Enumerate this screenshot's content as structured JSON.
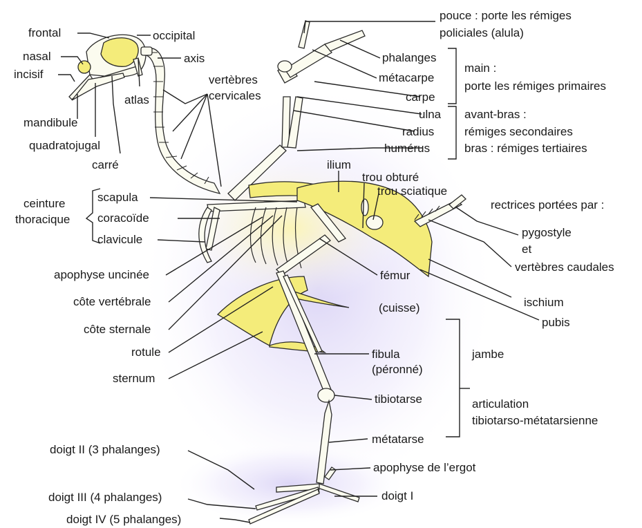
{
  "labels": {
    "frontal": "frontal",
    "occipital": "occipital",
    "nasal": "nasal",
    "axis": "axis",
    "incisif": "incisif",
    "vertebres_cervicales_1": "vertèbres",
    "vertebres_cervicales_2": "cervicales",
    "atlas": "atlas",
    "mandibule": "mandibule",
    "quadratojugal": "quadratojugal",
    "carre": "carré",
    "pouce_1": "pouce : porte les rémiges",
    "pouce_2": "policiales (alula)",
    "phalanges": "phalanges",
    "metacarpe": "métacarpe",
    "carpe": "carpe",
    "ulna": "ulna",
    "radius": "radius",
    "humerus": "humérus",
    "main_1": "main :",
    "main_2": "porte les rémiges primaires",
    "avantbras_1": "avant-bras :",
    "avantbras_2": "rémiges secondaires",
    "bras": "bras : rémiges tertiaires",
    "ilium": "ilium",
    "trou_obture": "trou obturé",
    "trou_sciatique": "trou sciatique",
    "rectrices": "rectrices portées par :",
    "pygostyle": "pygostyle",
    "et": "et",
    "vertebres_caudales": "vertèbres caudales",
    "ceinture_1": "ceinture",
    "ceinture_2": "thoracique",
    "scapula": "scapula",
    "coracoide": "coracoïde",
    "clavicule": "clavicule",
    "apophyse_uncinee": "apophyse uncinée",
    "cote_vertebrale": "côte vertébrale",
    "cote_sternale": "côte sternale",
    "rotule": "rotule",
    "sternum": "sternum",
    "femur_1": "fémur",
    "femur_2": "(cuisse)",
    "ischium": "ischium",
    "pubis": "pubis",
    "fibula_1": "fibula",
    "fibula_2": "(péronné)",
    "jambe": "jambe",
    "tibiotarse": "tibiotarse",
    "articulation_1": "articulation",
    "articulation_2": "tibiotarso-métatarsienne",
    "metatarse": "métatarse",
    "apophyse_ergot": "apophyse de l’ergot",
    "doigt_I": "doigt I",
    "doigt_II": "doigt II (3 phalanges)",
    "doigt_III": "doigt III (4 phalanges)",
    "doigt_IV": "doigt IV (5 phalanges)"
  },
  "colors": {
    "bone": "#fbfbef",
    "highlight_bone": "#f4ec7a",
    "background_tint": "#e6e0f7",
    "ink": "#1a1a1a"
  }
}
